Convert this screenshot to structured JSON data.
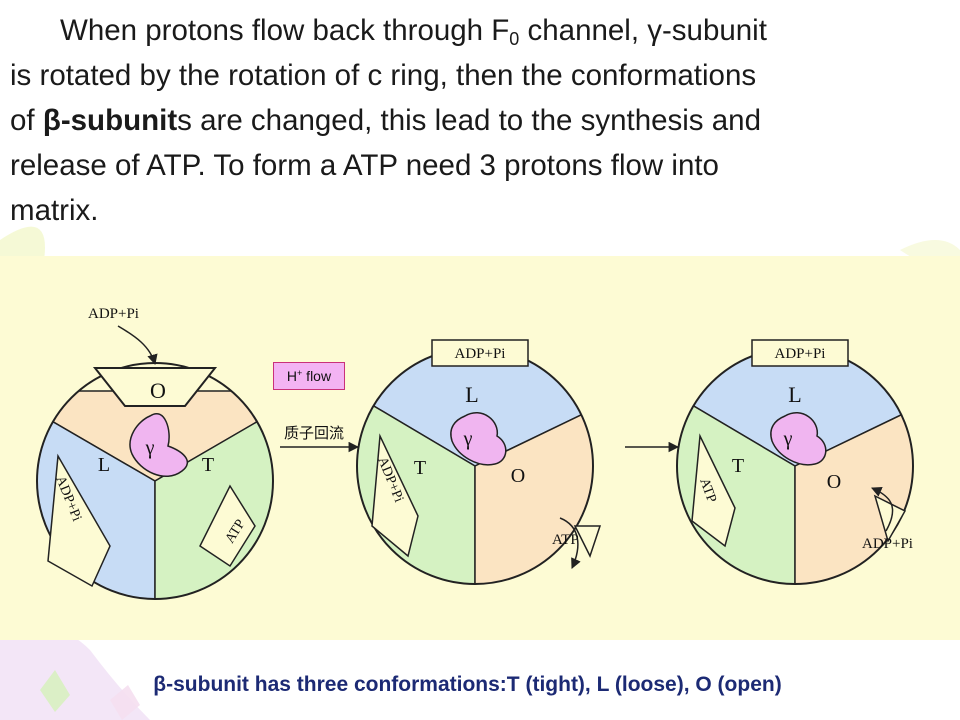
{
  "paragraph": {
    "line1_a": "When protons flow back through F",
    "line1_sub": "0",
    "line1_b": " channel, γ-subunit",
    "line2": "is rotated by the rotation of c ring, then the conformations",
    "line3_a": "of ",
    "line3_bold": "β-subunit",
    "line3_b": "s are changed, this lead to the synthesis and",
    "line4": "release of ATP. To form a ATP need 3 protons flow into",
    "line5": "matrix."
  },
  "h_flow_box": {
    "main": "H",
    "sup": "+",
    "rest": " flow"
  },
  "arrow_chinese_label": "质子回流",
  "diagram1": {
    "top_label": "O",
    "left_label": "L",
    "right_label": "T",
    "center_label": "γ",
    "incoming": "ADP+Pi",
    "left_bound": "ADP+Pi",
    "right_bound": "ATP"
  },
  "diagram2": {
    "top_label": "L",
    "left_label": "T",
    "right_label": "O",
    "center_label": "γ",
    "top_bound": "ADP+Pi",
    "left_bound": "ADP+Pi",
    "outgoing": "ATP"
  },
  "diagram3": {
    "top_label": "L",
    "left_label": "T",
    "right_label": "O",
    "center_label": "γ",
    "top_bound": "ADP+Pi",
    "left_bound": "ATP",
    "incoming": "ADP+Pi"
  },
  "caption": "β-subunit has three conformations:T (tight), L (loose), O (open)",
  "colors": {
    "panel_bg": "#fdfbd4",
    "blue": "#c7dcf5",
    "green": "#d5f2c2",
    "tan": "#fbe4c2",
    "gamma": "#f0b5f0",
    "caption": "#1c2a74"
  }
}
